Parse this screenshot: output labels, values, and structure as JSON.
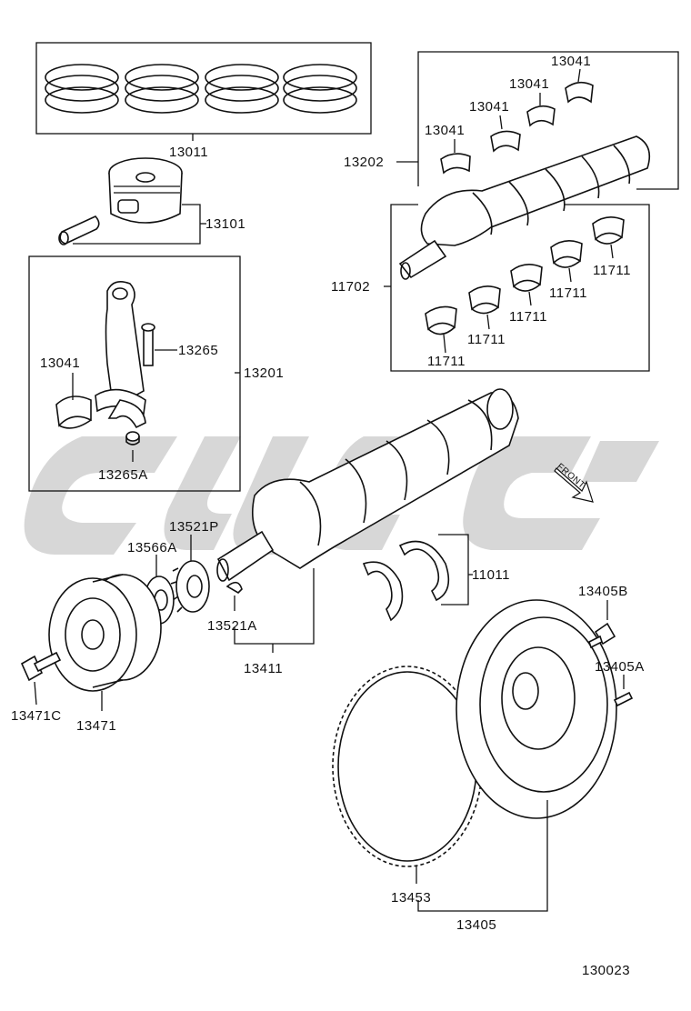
{
  "diagram_id": "130023",
  "watermark_arrow_text": "FRONT",
  "labels": {
    "rings": "13011",
    "piston": "13101",
    "conrod_assy": "13201",
    "conrod_bearing_a": "13041",
    "conrod_bolt": "13265",
    "conrod_nut": "13265A",
    "bearing_set_upper": "13202",
    "upper_bearing_1": "13041",
    "upper_bearing_2": "13041",
    "upper_bearing_3": "13041",
    "upper_bearing_4": "13041",
    "main_bearing_set": "11702",
    "main_bearing_1": "11711",
    "main_bearing_2": "11711",
    "main_bearing_3": "11711",
    "main_bearing_4": "11711",
    "main_bearing_5": "11711",
    "crank_gear": "13521P",
    "crank_spacer": "13566A",
    "woodruff_key": "13521A",
    "crankshaft": "13411",
    "thrust_washer": "11011",
    "pulley": "13471",
    "pulley_bolt": "13471C",
    "flywheel_bolt": "13405B",
    "dowel_pin": "13405A",
    "ring_gear": "13453",
    "flywheel": "13405"
  },
  "colors": {
    "line": "#111111",
    "watermark": "#c9c9c9",
    "background": "#ffffff"
  }
}
